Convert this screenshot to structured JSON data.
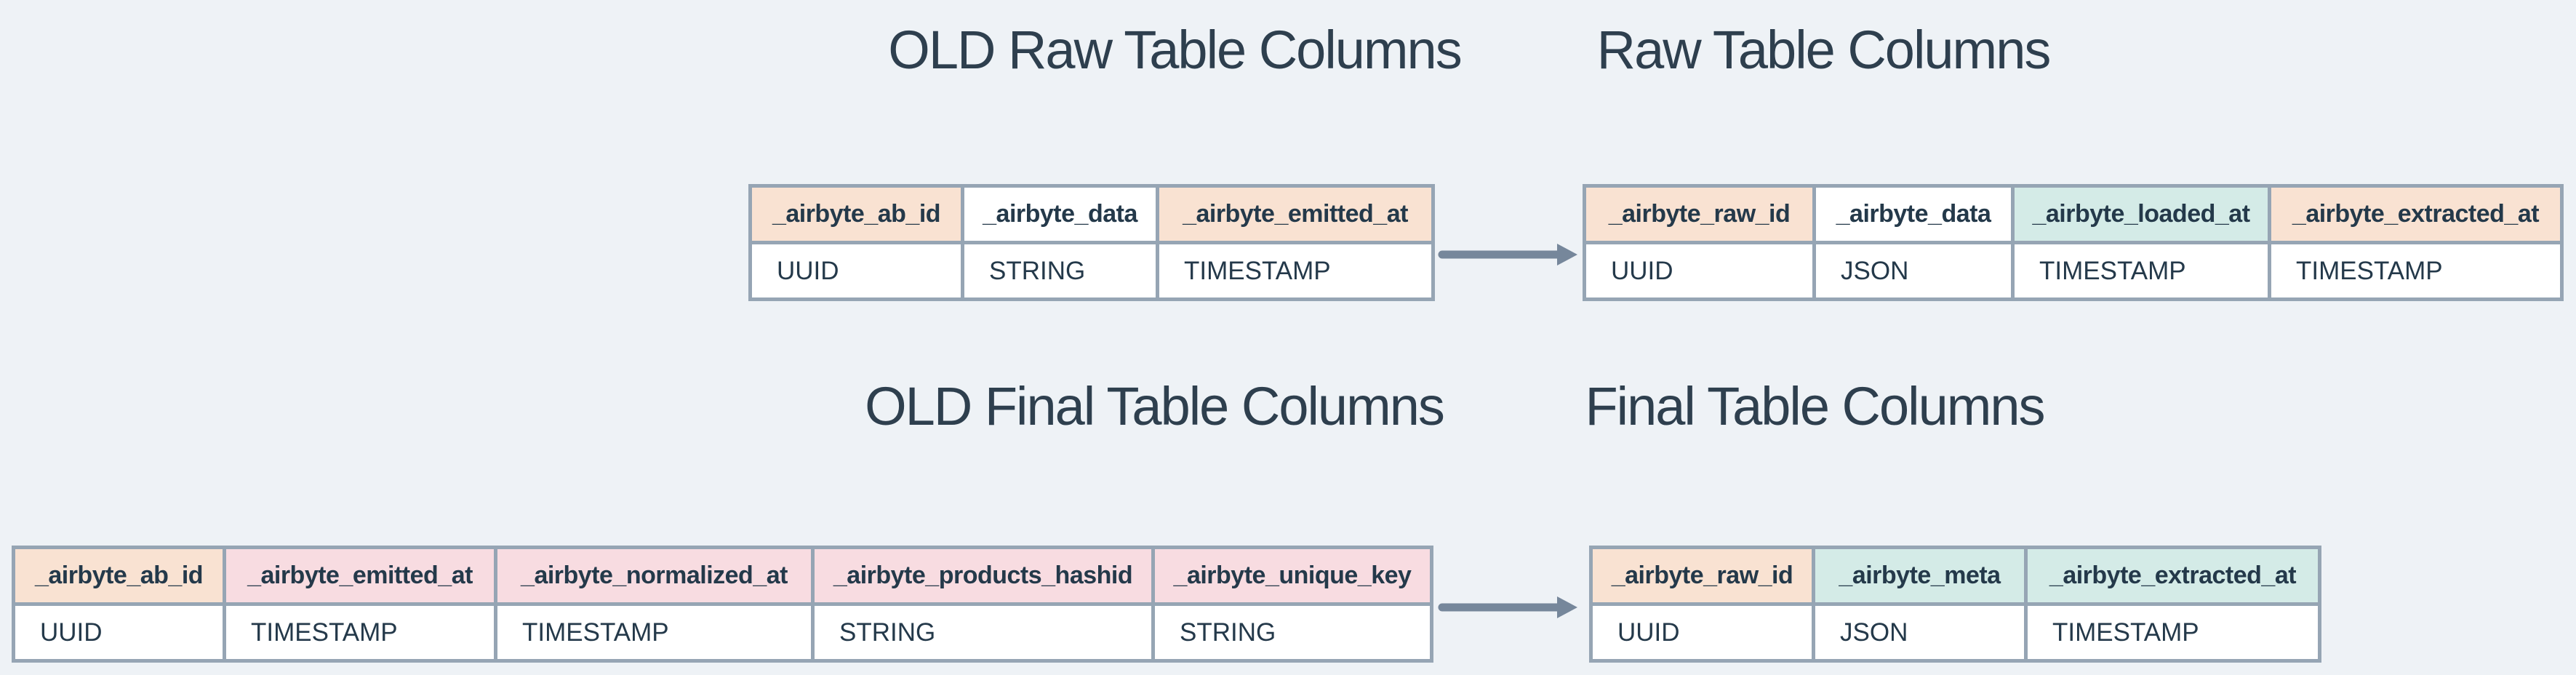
{
  "diagram": {
    "colors": {
      "background": "#eef2f6",
      "peach_highlight": "#f9e2d2",
      "pink_highlight": "#f8dce1",
      "teal_highlight": "#d4ebe7",
      "table_border": "#96a5b4",
      "title_text": "#2e3f4e",
      "cell_text": "#24394a",
      "arrow": "#76879b"
    },
    "titles": {
      "old_raw": "OLD Raw Table Columns",
      "raw": "Raw Table Columns",
      "old_final": "OLD Final Table Columns",
      "final": "Final Table Columns"
    },
    "tables": [
      {
        "id": "old-raw-table",
        "title": "OLD Raw Table Columns",
        "columns": [
          {
            "name": "_airbyte_ab_id",
            "type": "UUID",
            "header_highlight": "peach",
            "type_highlight": "none"
          },
          {
            "name": "_airbyte_data",
            "type": "STRING",
            "header_highlight": "none",
            "type_highlight": "peach"
          },
          {
            "name": "_airbyte_emitted_at",
            "type": "TIMESTAMP",
            "header_highlight": "peach",
            "type_highlight": "none"
          }
        ]
      },
      {
        "id": "raw-table",
        "title": "Raw Table Columns",
        "columns": [
          {
            "name": "_airbyte_raw_id",
            "type": "UUID",
            "header_highlight": "peach",
            "type_highlight": "none"
          },
          {
            "name": "_airbyte_data",
            "type": "JSON",
            "header_highlight": "none",
            "type_highlight": "peach"
          },
          {
            "name": "_airbyte_loaded_at",
            "type": "TIMESTAMP",
            "header_highlight": "teal",
            "type_highlight": "none"
          },
          {
            "name": "_airbyte_extracted_at",
            "type": "TIMESTAMP",
            "header_highlight": "peach",
            "type_highlight": "none"
          }
        ]
      },
      {
        "id": "old-final-table",
        "title": "OLD Final Table Columns",
        "columns": [
          {
            "name": "_airbyte_ab_id",
            "type": "UUID",
            "header_highlight": "peach",
            "type_highlight": "none"
          },
          {
            "name": "_airbyte_emitted_at",
            "type": "TIMESTAMP",
            "header_highlight": "pink",
            "type_highlight": "none"
          },
          {
            "name": "_airbyte_normalized_at",
            "type": "TIMESTAMP",
            "header_highlight": "pink",
            "type_highlight": "none"
          },
          {
            "name": "_airbyte_products_hashid",
            "type": "STRING",
            "header_highlight": "pink",
            "type_highlight": "none"
          },
          {
            "name": "_airbyte_unique_key",
            "type": "STRING",
            "header_highlight": "pink",
            "type_highlight": "none"
          }
        ]
      },
      {
        "id": "final-table",
        "title": "Final Table Columns",
        "columns": [
          {
            "name": "_airbyte_raw_id",
            "type": "UUID",
            "header_highlight": "peach",
            "type_highlight": "none"
          },
          {
            "name": "_airbyte_meta",
            "type": "JSON",
            "header_highlight": "teal",
            "type_highlight": "none"
          },
          {
            "name": "_airbyte_extracted_at",
            "type": "TIMESTAMP",
            "header_highlight": "teal",
            "type_highlight": "none"
          }
        ]
      }
    ]
  }
}
